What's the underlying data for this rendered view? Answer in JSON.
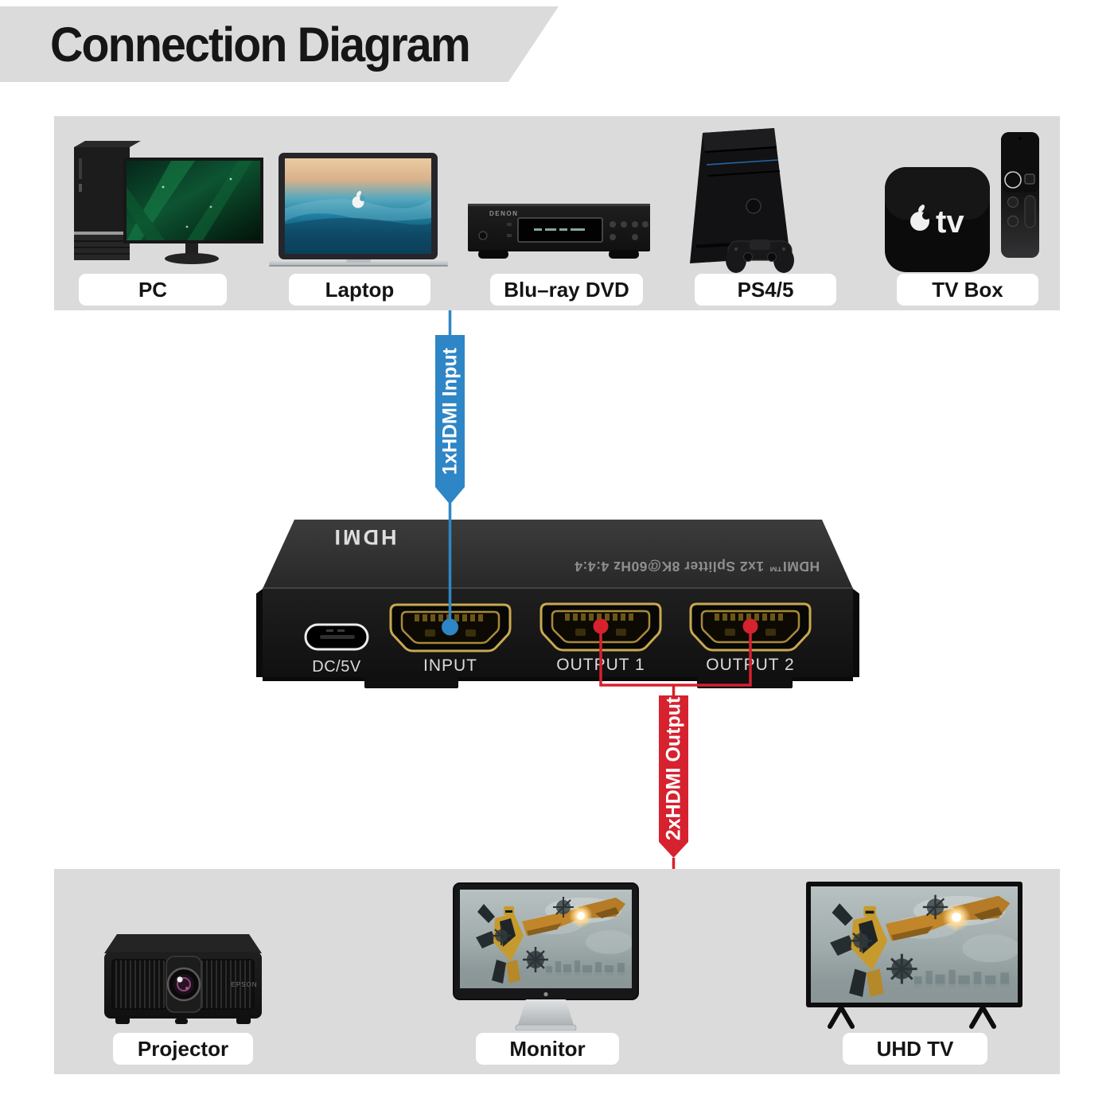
{
  "title": "Connection Diagram",
  "sources": {
    "items": [
      {
        "label": "PC"
      },
      {
        "label": "Laptop"
      },
      {
        "label": "Blu–ray DVD"
      },
      {
        "label": "PS4/5"
      },
      {
        "label": "TV Box"
      }
    ]
  },
  "input_arrow": {
    "label": "1xHDMI Input",
    "color": "#2E86C6"
  },
  "splitter": {
    "logo": "HDMI",
    "top_text": "HDMI™ 1x2 Splitter 8K@60Hz 4:4:4",
    "ports": {
      "power": "DC/5V",
      "input": "INPUT",
      "output1": "OUTPUT 1",
      "output2": "OUTPUT 2"
    }
  },
  "output_arrow": {
    "label": "2xHDMI Output",
    "color": "#D6212F"
  },
  "outputs": {
    "items": [
      {
        "label": "Projector"
      },
      {
        "label": "Monitor"
      },
      {
        "label": "UHD TV"
      }
    ]
  },
  "brands": {
    "blu_ray": "DENON",
    "projector": "EPSON",
    "tv_box_logo": "tv"
  },
  "colors": {
    "accent_blue": "#2E86C6",
    "accent_red": "#D6212F",
    "band_gray": "#DBDBDB"
  }
}
